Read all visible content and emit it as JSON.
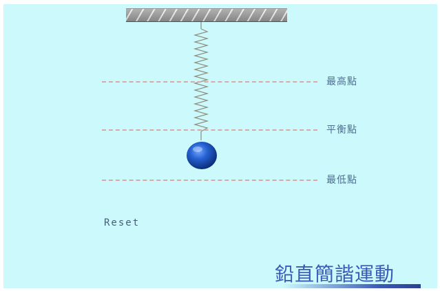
{
  "simulation": {
    "levels": {
      "top": "最高點",
      "equilibrium": "平衡點",
      "bottom": "最低點"
    },
    "reset_label": "Reset",
    "title": "鉛直簡諧運動"
  },
  "colors": {
    "background": "#ccf9fb",
    "dashed_line": "#d9a9a3",
    "label_text": "#4e6f8f",
    "ball": "#1b4fb0",
    "title_text": "#3d59b8"
  },
  "icons": {
    "ceiling": "hatched-ceiling-icon",
    "spring": "coil-spring-icon",
    "ball": "blue-ball-icon"
  }
}
